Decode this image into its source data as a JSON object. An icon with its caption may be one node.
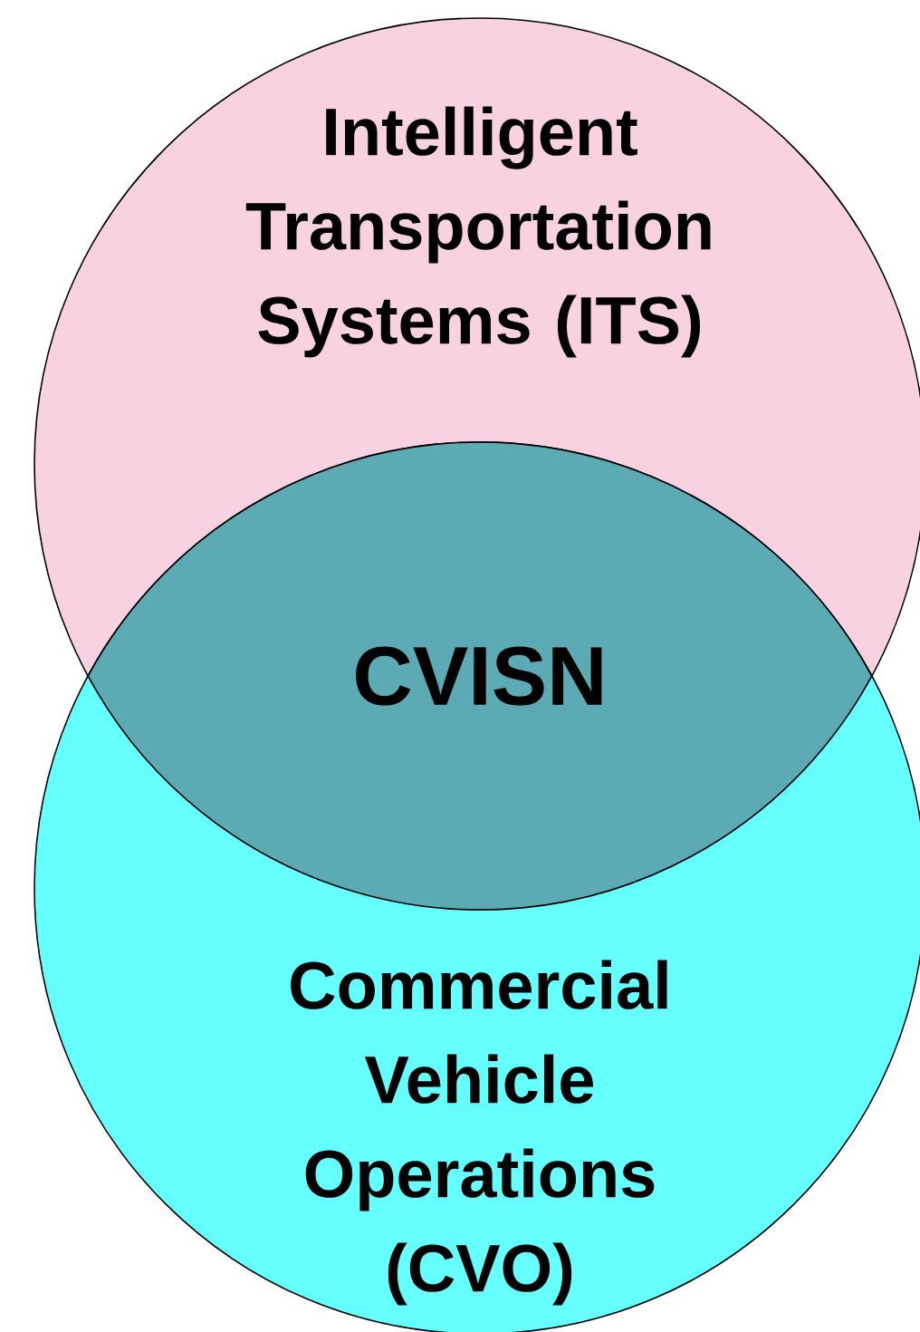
{
  "diagram": {
    "nodes": [
      {
        "text": [
          "Intelligent Transportation Systems (ITS)"
        ]
      },
      {
        "text": [
          "Commercial Vehicle Operations (CVO)"
        ]
      },
      {
        "text": [
          "CVISN"
        ]
      }
    ]
  }
}
